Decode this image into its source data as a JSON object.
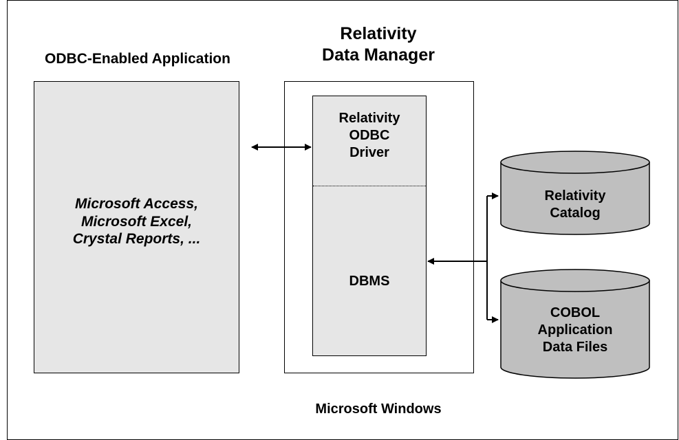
{
  "app": {
    "title": "ODBC-Enabled Application",
    "examples_line1": "Microsoft Access,",
    "examples_line2": "Microsoft Excel,",
    "examples_line3": "Crystal Reports, ..."
  },
  "data_manager": {
    "title_line1": "Relativity",
    "title_line2": "Data Manager",
    "driver_line1": "Relativity",
    "driver_line2": "ODBC",
    "driver_line3": "Driver",
    "dbms": "DBMS"
  },
  "stores": {
    "catalog_line1": "Relativity",
    "catalog_line2": "Catalog",
    "files_line1": "COBOL",
    "files_line2": "Application",
    "files_line3": "Data Files"
  },
  "platform": "Microsoft Windows",
  "colors": {
    "box_fill": "#e6e6e6",
    "cylinder_fill": "#bfbfbf",
    "stroke": "#000000"
  }
}
